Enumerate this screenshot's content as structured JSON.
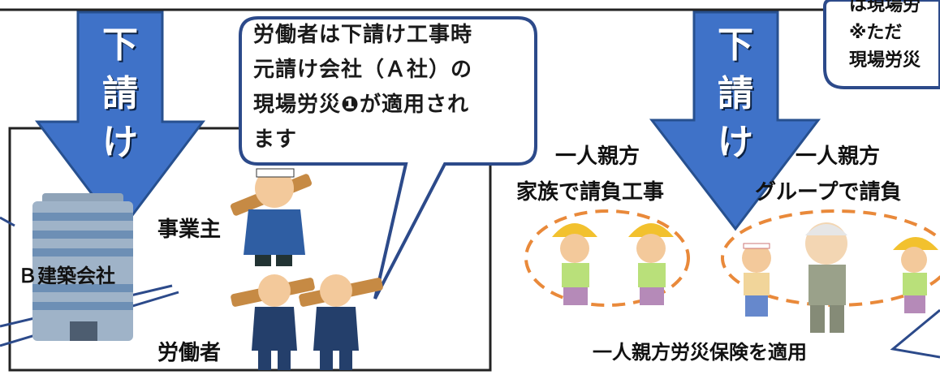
{
  "arrows": {
    "left": {
      "label_chars": [
        "下",
        "請",
        "け"
      ]
    },
    "right": {
      "label_chars": [
        "下",
        "請",
        "け"
      ]
    }
  },
  "top_right_bubble": {
    "lines": [
      "は現場労",
      "※ただ",
      "現場労災"
    ]
  },
  "center_bubble": {
    "lines": [
      "労働者は下請け工事時",
      "元請け会社（Ａ社）の",
      "現場労災❶が適用され",
      "ます"
    ]
  },
  "left_panel": {
    "company": "Ｂ建築会社",
    "employer": "事業主",
    "workers": "労働者"
  },
  "right_panel": {
    "left_group_title": "一人親方",
    "left_group_sub": "家族で請負工事",
    "right_group_title": "一人親方",
    "right_group_sub": "グループで請負",
    "insurance_note": "一人親方労災保険を適用"
  },
  "colors": {
    "arrow_fill": "#3f72c8",
    "arrow_stroke": "#27508f",
    "bubble_stroke": "#2c4a8a",
    "dashed_ellipse": "#e9893a"
  }
}
